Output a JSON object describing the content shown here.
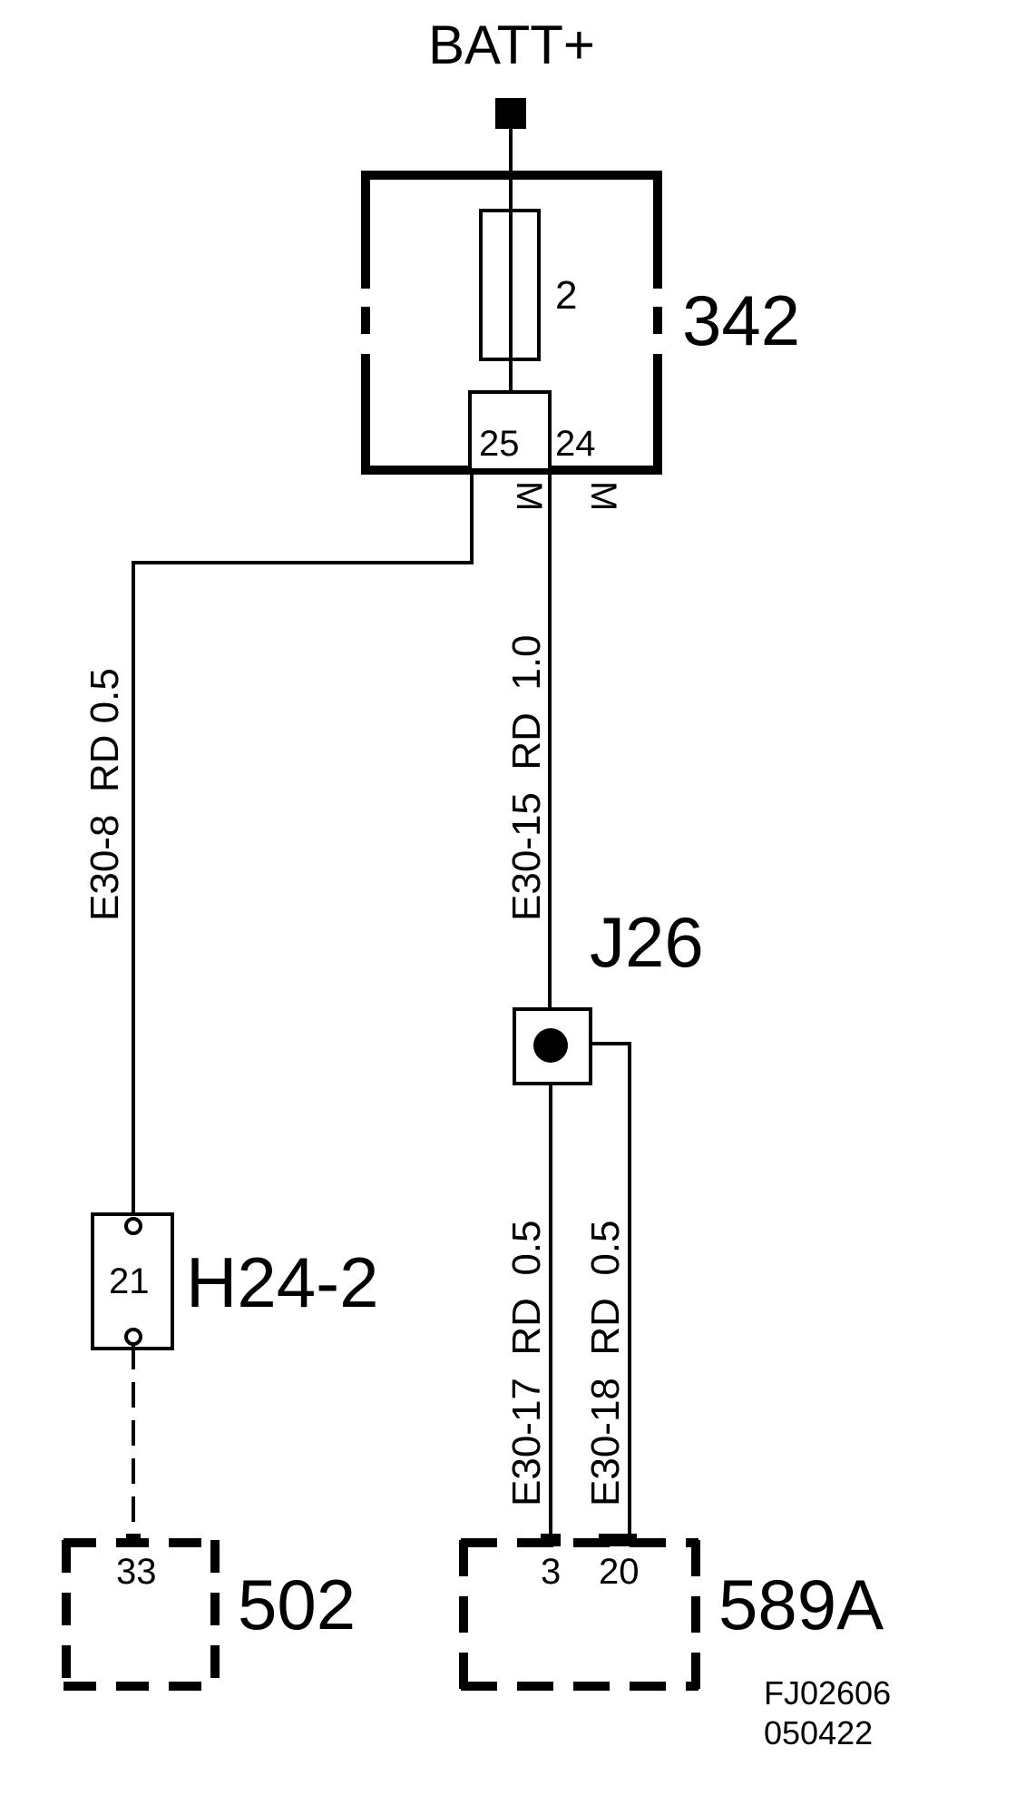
{
  "supply": {
    "label": "BATT+"
  },
  "fuse_box": {
    "id": "342",
    "fuse": "2",
    "pin_in": "25",
    "pin_out": "24"
  },
  "connector_marks": {
    "left": "M",
    "right": "M"
  },
  "wires": {
    "w1": {
      "code": "E30-8",
      "color": "RD",
      "size": "0.5"
    },
    "w2": {
      "code": "E30-15",
      "color": "RD",
      "size": "1.0"
    },
    "w3": {
      "code": "E30-17",
      "color": "RD",
      "size": "0.5"
    },
    "w4": {
      "code": "E30-18",
      "color": "RD",
      "size": "0.5"
    }
  },
  "splice": {
    "id": "J26"
  },
  "inline_connector": {
    "id": "H24-2",
    "pin": "21"
  },
  "component_502": {
    "id": "502",
    "pin": "33"
  },
  "component_589a": {
    "id": "589A",
    "pin_a": "3",
    "pin_b": "20"
  },
  "footer": {
    "code": "FJ02606",
    "date": "050422"
  }
}
